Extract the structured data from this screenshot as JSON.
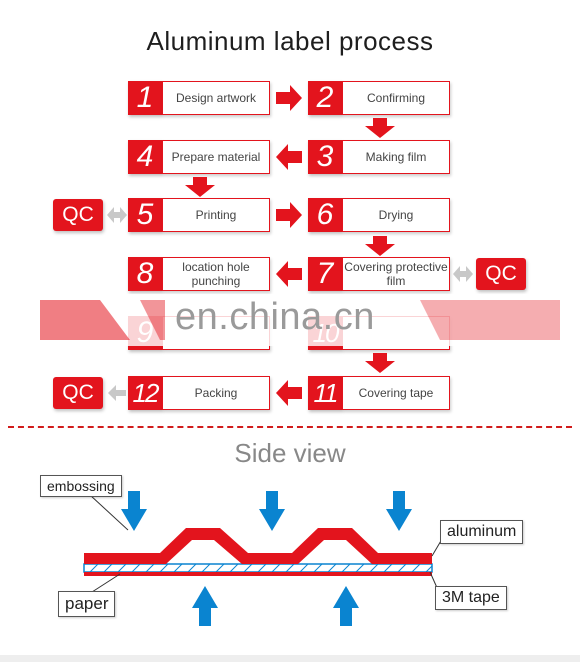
{
  "title": "Aluminum label process",
  "steps": [
    {
      "num": "1",
      "label": "Design artwork"
    },
    {
      "num": "2",
      "label": "Confirming"
    },
    {
      "num": "3",
      "label": "Making film"
    },
    {
      "num": "4",
      "label": "Prepare material"
    },
    {
      "num": "5",
      "label": "Printing"
    },
    {
      "num": "6",
      "label": "Drying"
    },
    {
      "num": "7",
      "label": "Covering protective film"
    },
    {
      "num": "8",
      "label": "location hole punching"
    },
    {
      "num": "9",
      "label": ""
    },
    {
      "num": "10",
      "label": ""
    },
    {
      "num": "11",
      "label": "Covering tape"
    },
    {
      "num": "12",
      "label": "Packing"
    }
  ],
  "qc_label": "QC",
  "watermark": "en.china.cn",
  "side_view": {
    "title": "Side view",
    "labels": {
      "embossing": "embossing",
      "aluminum": "aluminum",
      "paper": "paper",
      "tape": "3M tape"
    }
  },
  "colors": {
    "brand_red": "#e3141d",
    "press_blue": "#0a84d0",
    "text": "#444444"
  }
}
